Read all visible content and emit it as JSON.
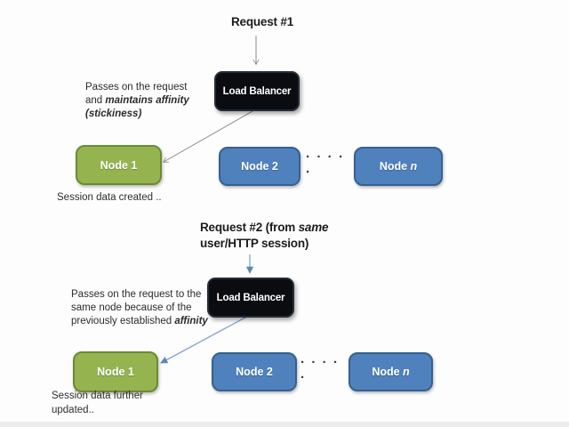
{
  "colors": {
    "node_green": "#95b44f",
    "node_green_border": "#6b8a37",
    "node_blue": "#4f81bd",
    "node_blue_border": "#36618e",
    "lb_bg": "#0a0c10",
    "arrow_gray": "#8a8a8a",
    "arrow_blue": "#7fa3cc"
  },
  "s1": {
    "title": "Request #1",
    "note_pre": "Passes on the request and ",
    "note_em": "maintains affinity (stickiness)",
    "lb": "Load Balancer",
    "node1": "Node 1",
    "node2": "Node 2",
    "dots": ". . . . .",
    "noden_pre": "Node ",
    "noden_it": "n",
    "caption": "Session data created .."
  },
  "s2": {
    "title_pre": "Request #2 (from ",
    "title_em": "same",
    "title_post": " user/HTTP session)",
    "note_pre": "Passes on the request to the same node because of the previously established ",
    "note_em": "affinity",
    "lb": "Load Balancer",
    "node1": "Node 1",
    "node2": "Node 2",
    "dots": ". . . . .",
    "noden_pre": "Node ",
    "noden_it": "n",
    "caption": "Session data further updated.."
  }
}
